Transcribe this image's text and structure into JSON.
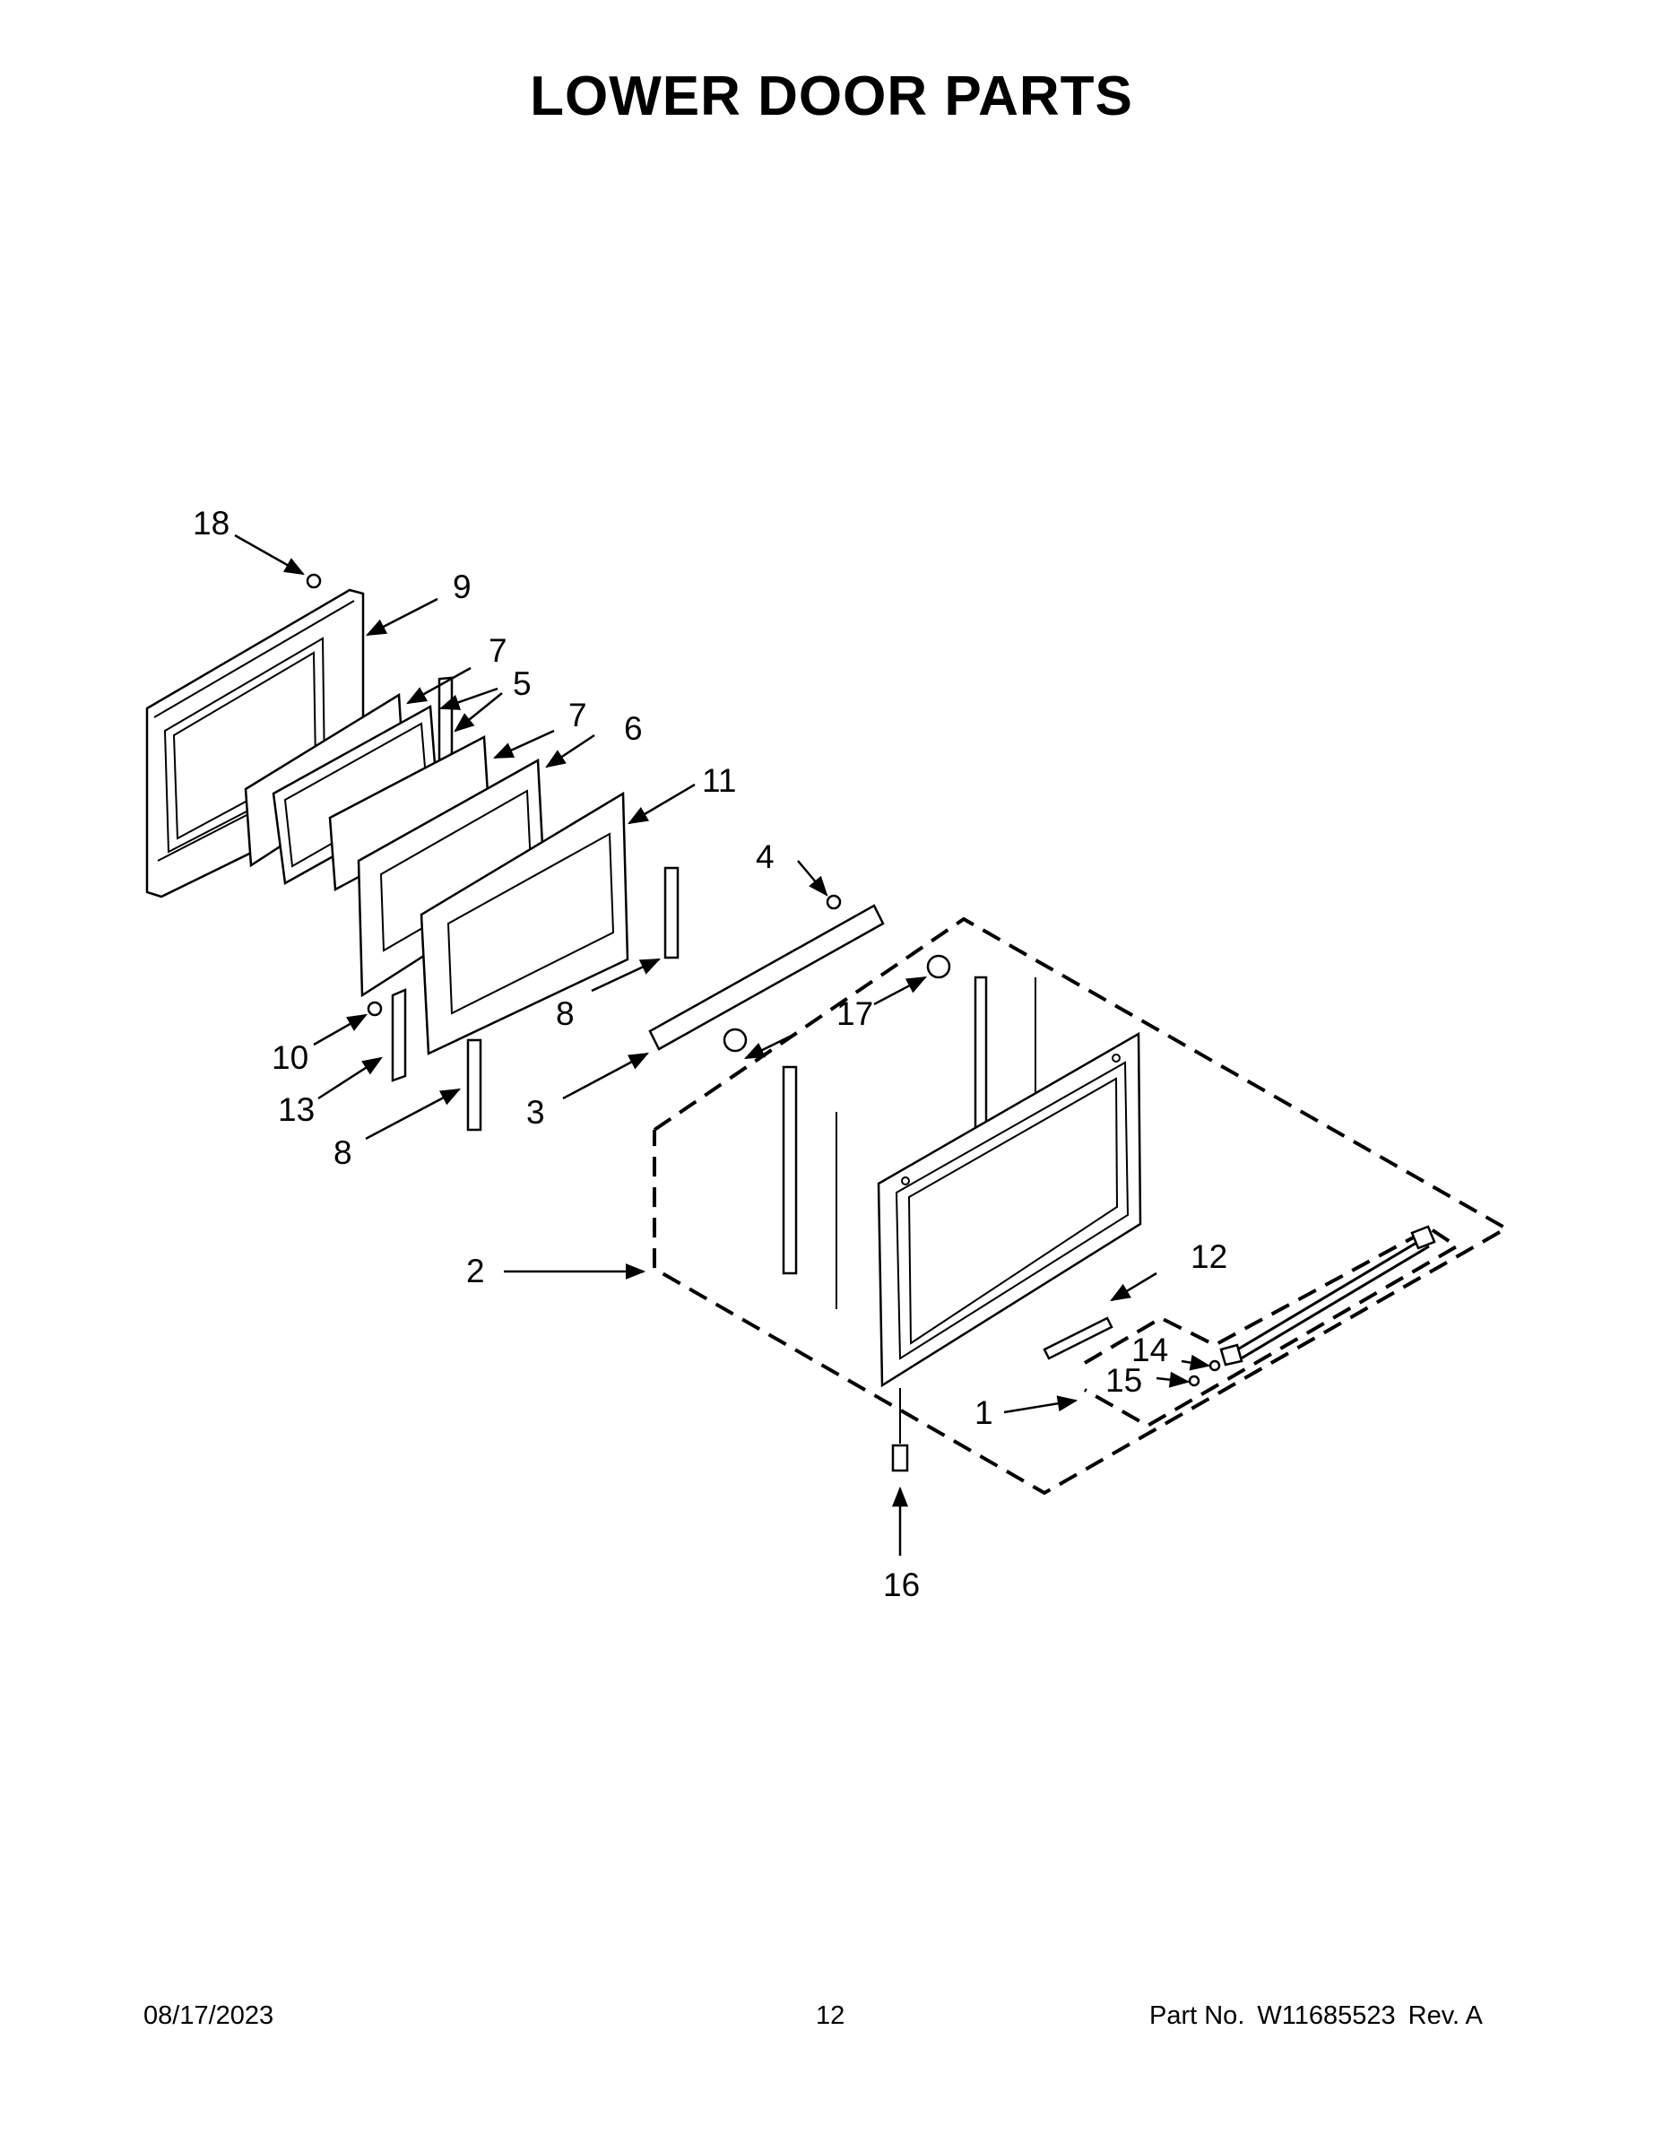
{
  "title": "LOWER DOOR PARTS",
  "callouts": {
    "c1": "1",
    "c2": "2",
    "c3": "3",
    "c4": "4",
    "c5": "5",
    "c6": "6",
    "c7a": "7",
    "c7b": "7",
    "c8a": "8",
    "c8b": "8",
    "c9": "9",
    "c10": "10",
    "c11": "11",
    "c12": "12",
    "c13": "13",
    "c14": "14",
    "c15": "15",
    "c16": "16",
    "c17": "17",
    "c18": "18"
  },
  "footer": {
    "date": "08/17/2023",
    "page": "12",
    "part_label": "Part No.",
    "part_number": "W11685523",
    "revision": "Rev.  A"
  }
}
